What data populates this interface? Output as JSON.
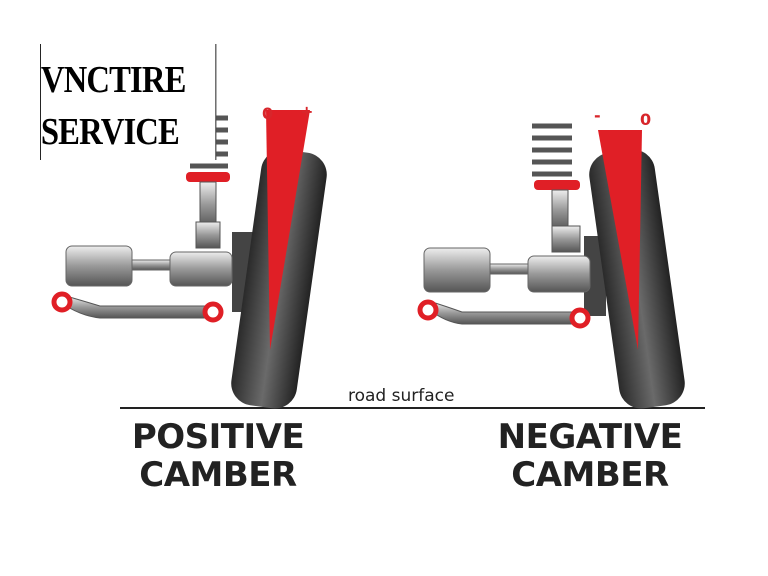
{
  "logo": {
    "line1": "VNCTIRE",
    "line2": "SERVICE"
  },
  "positive": {
    "zero_label": "0",
    "sign_label": "+",
    "title_line1": "POSITIVE",
    "title_line2": "CAMBER"
  },
  "negative": {
    "sign_label": "-",
    "zero_label": "0",
    "title_line1": "NEGATIVE",
    "title_line2": "CAMBER"
  },
  "road_label": "road surface",
  "colors": {
    "accent": "#e01f26",
    "tire": "#3a3a3a",
    "text": "#222222"
  }
}
